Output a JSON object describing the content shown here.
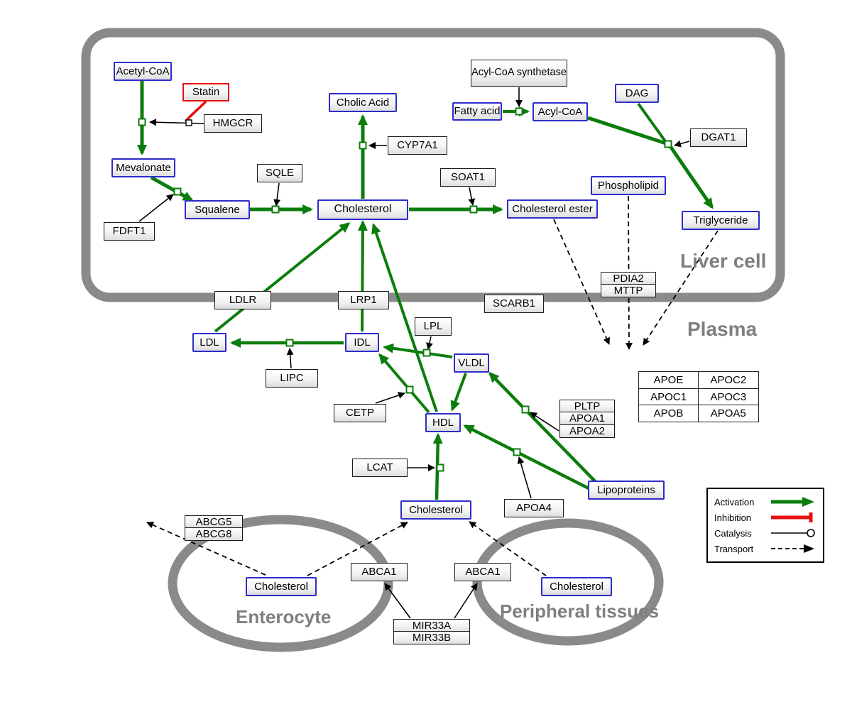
{
  "colors": {
    "activation": "#0b7d0b",
    "inhibition": "#e81010",
    "metabolite_border": "#2d2dca",
    "membrane": "#8a8a8a"
  },
  "compartments": {
    "liver": "Liver cell",
    "plasma": "Plasma",
    "enterocyte": "Enterocyte",
    "peripheral": "Peripheral tissues"
  },
  "nodes": {
    "acetyl_coa": "Acetyl-CoA",
    "mevalonate": "Mevalonate",
    "squalene": "Squalene",
    "cholic_acid": "Cholic Acid",
    "cholesterol_liver": "Cholesterol",
    "fatty_acid": "Fatty acid",
    "acyl_coa": "Acyl-CoA",
    "dag": "DAG",
    "phospholipid": "Phospholipid",
    "cholesterol_ester": "Cholesterol ester",
    "triglyceride": "Triglyceride",
    "ldl": "LDL",
    "idl": "IDL",
    "vldl": "VLDL",
    "hdl": "HDL",
    "cholesterol_plasma": "Cholesterol",
    "lipoproteins": "Lipoproteins",
    "cholesterol_enterocyte": "Cholesterol",
    "cholesterol_peripheral": "Cholesterol"
  },
  "enzymes": {
    "statin": "Statin",
    "hmgcr": "HMGCR",
    "sqle": "SQLE",
    "fdft1": "FDFT1",
    "cyp7a1": "CYP7A1",
    "acyl_coa_synthetase": "Acyl-CoA synthetase",
    "dgat1": "DGAT1",
    "soat1": "SOAT1",
    "ldlr": "LDLR",
    "lrp1": "LRP1",
    "scarb1": "SCARB1",
    "lpl": "LPL",
    "lipc": "LIPC",
    "cetp": "CETP",
    "lcat": "LCAT",
    "apoa4": "APOA4",
    "abca1_left": "ABCA1",
    "abca1_right": "ABCA1",
    "pdia2": "PDIA2",
    "mttp": "MTTP",
    "pltp": "PLTP",
    "apoa1": "APOA1",
    "apoa2": "APOA2",
    "abcg5": "ABCG5",
    "abcg8": "ABCG8",
    "mir33a": "MIR33A",
    "mir33b": "MIR33B"
  },
  "apo_table": {
    "rows": [
      [
        "APOE",
        "APOC2"
      ],
      [
        "APOC1",
        "APOC3"
      ],
      [
        "APOB",
        "APOA5"
      ]
    ]
  },
  "legend": {
    "activation": "Activation",
    "inhibition": "Inhibition",
    "catalysis": "Catalysis",
    "transport": "Transport"
  }
}
